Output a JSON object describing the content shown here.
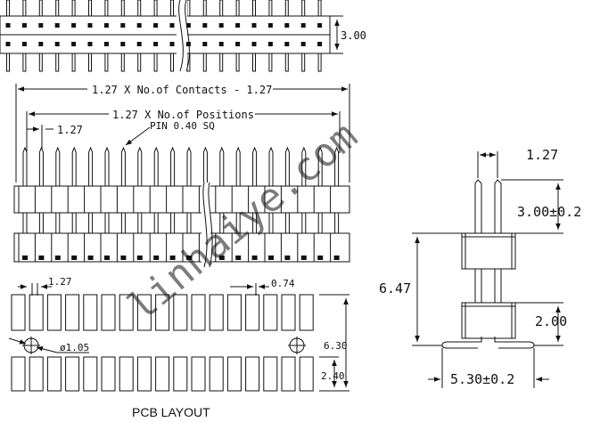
{
  "top_view": {
    "height_dim": "3.00"
  },
  "front_view": {
    "overall_dim": "1.27 X No.of Contacts - 1.27",
    "positions_dim": "1.27 X No.of Positions",
    "pitch_dim": "1.27",
    "pin_label": "PIN 0.40 SQ"
  },
  "pcb_layout": {
    "title": "PCB LAYOUT",
    "pitch_dim": "1.27",
    "gap_dim": "0.74",
    "hole_dim": "ø1.05",
    "total_dim": "6.30",
    "pad_dim": "2.40"
  },
  "side_view": {
    "pitch_dim": "1.27",
    "upper_pin_dim": "3.00±0.2",
    "overall_dim": "6.47",
    "lower_pin_dim": "2.00",
    "foot_dim": "5.30±0.2"
  },
  "watermark": "linhaiye.com"
}
